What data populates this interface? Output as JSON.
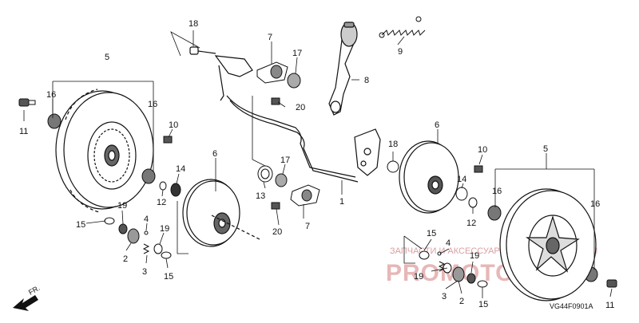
{
  "diagram": {
    "code": "VG44F0901A",
    "direction_label": "FR.",
    "watermark": {
      "text": "ЗАПЧАСТИ И АКСЕССУАРЫ ДЛЯ МОТОТЕХНИКИ",
      "logo": "PROMOTOR.RU"
    },
    "callouts": {
      "c5a": "5",
      "c16a": "16",
      "c16b": "16",
      "c11a": "11",
      "c10a": "10",
      "c12a": "12",
      "c14a": "14",
      "c6a": "6",
      "c19a": "19",
      "c15a": "15",
      "c4a": "4",
      "c2a": "2",
      "c19b": "19",
      "c15b": "15",
      "c3a": "3",
      "c18a": "18",
      "c7a": "7",
      "c17a": "17",
      "c20a": "20",
      "c13a": "13",
      "c17b": "17",
      "c20b": "20",
      "c7b": "7",
      "c1a": "1",
      "c9a": "9",
      "c8a": "8",
      "c18b": "18",
      "c6b": "6",
      "c10b": "10",
      "c14b": "14",
      "c12b": "12",
      "c5b": "5",
      "c16c": "16",
      "c16d": "16",
      "c15c": "15",
      "c4b": "4",
      "c19c": "19",
      "c19d": "19",
      "c3b": "3",
      "c2b": "2",
      "c15d": "15",
      "c11b": "11"
    }
  }
}
